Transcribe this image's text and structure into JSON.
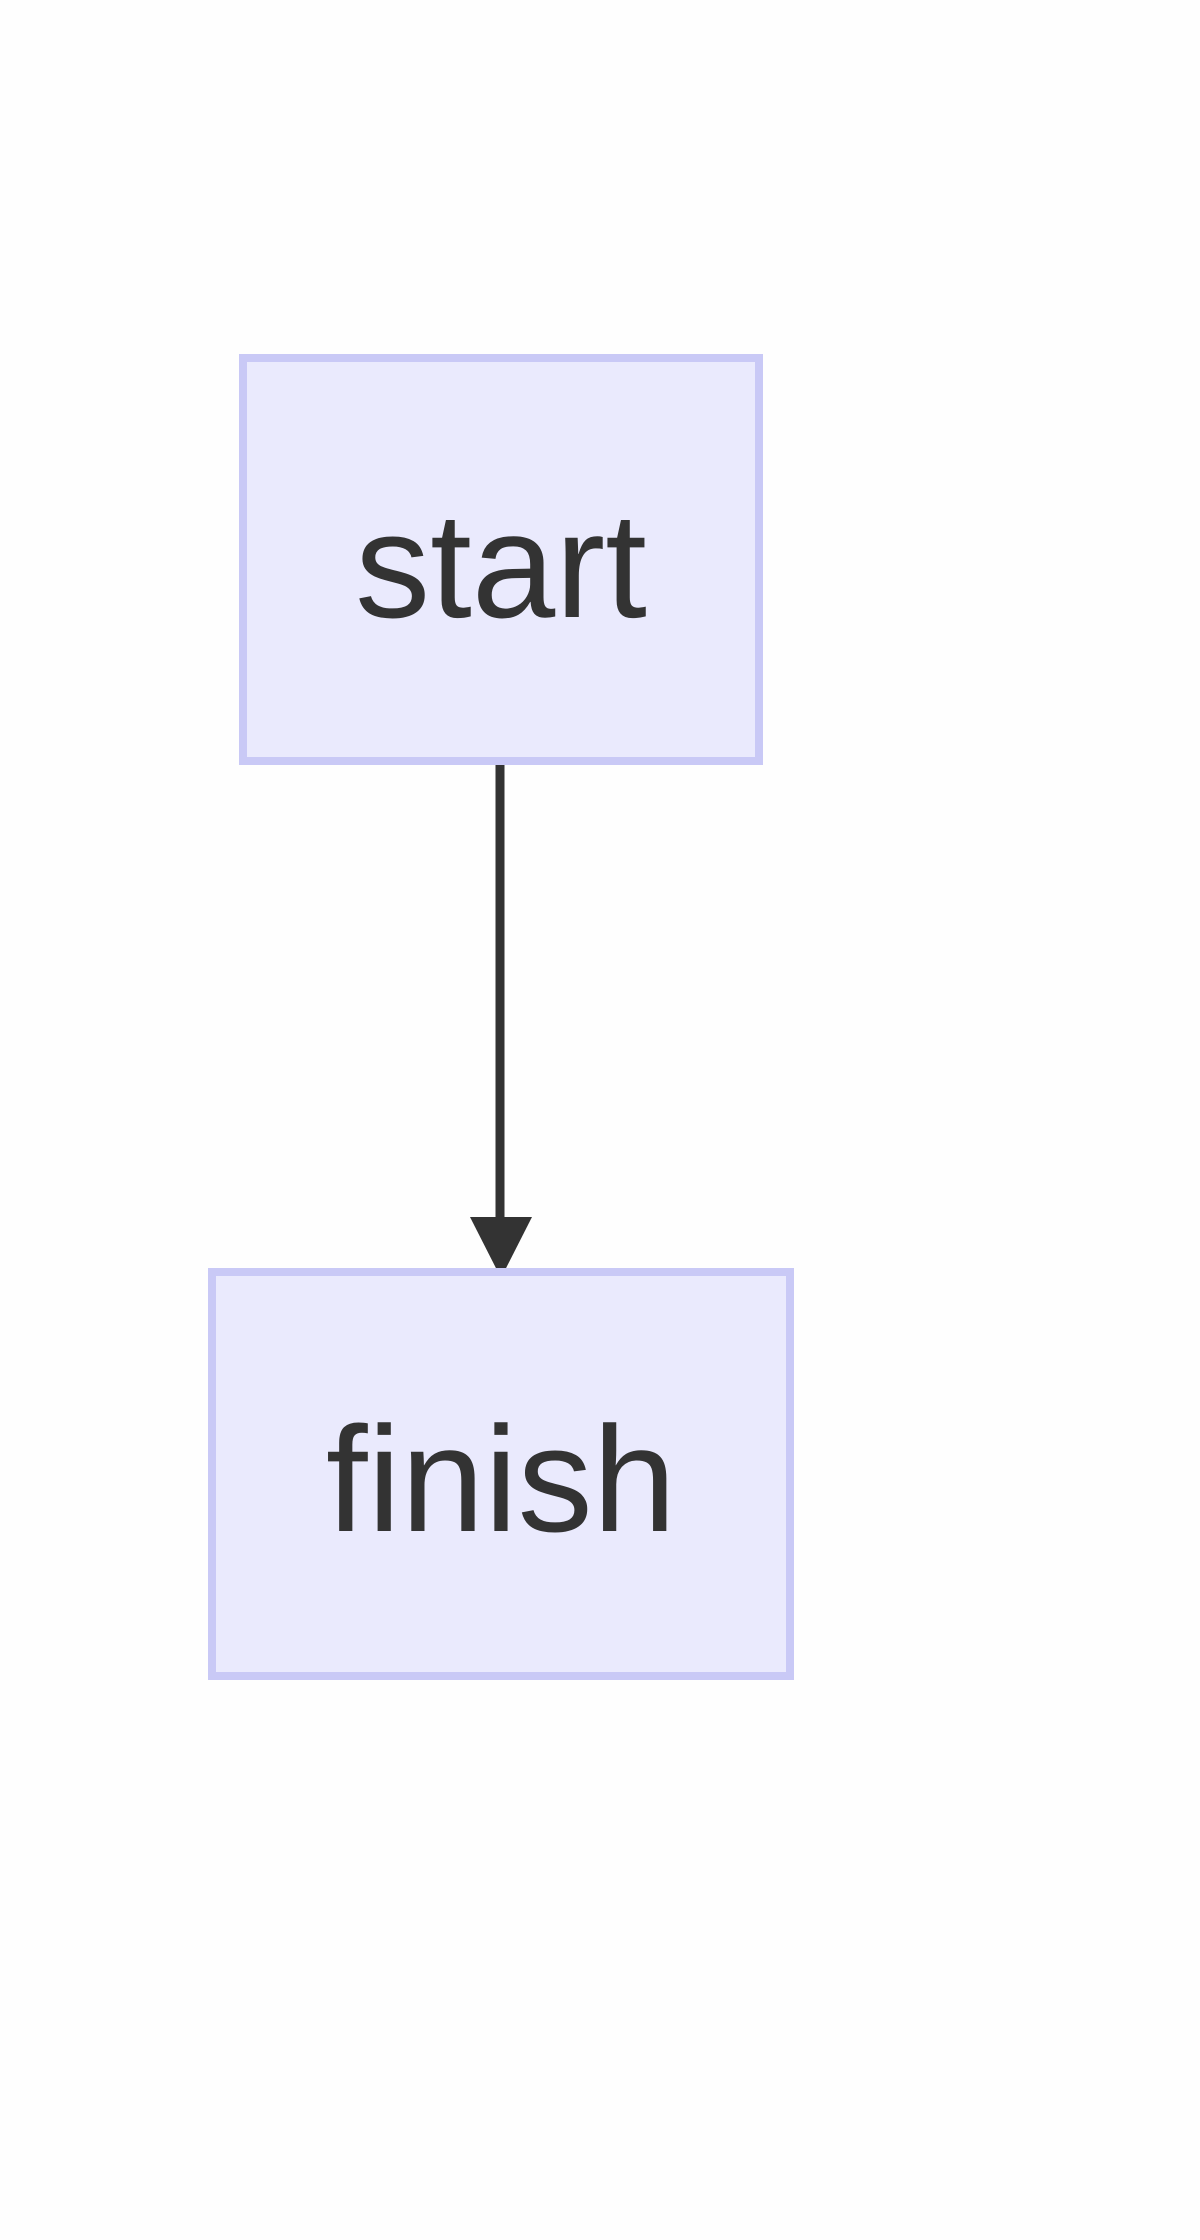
{
  "colors": {
    "node_fill": "#eaeafd",
    "node_stroke": "#c9c9f6",
    "text": "#333333",
    "edge": "#333333",
    "background": "#fefefe"
  },
  "nodes": [
    {
      "id": "start",
      "label": "start"
    },
    {
      "id": "finish",
      "label": "finish"
    }
  ],
  "edges": [
    {
      "from": "start",
      "to": "finish"
    }
  ]
}
